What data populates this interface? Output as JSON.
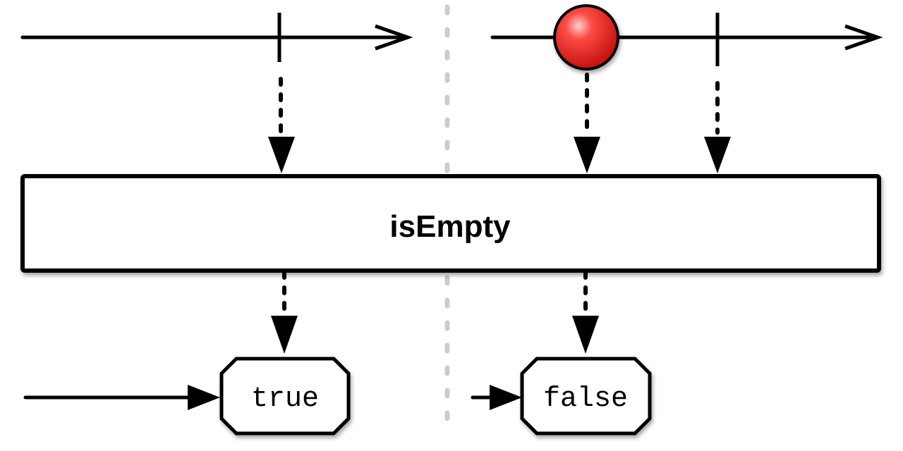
{
  "operator": {
    "name": "isEmpty"
  },
  "results": {
    "empty_source": "true",
    "nonempty_source": "false"
  },
  "colors": {
    "stroke": "#000000",
    "separator": "#cccccc",
    "item_fill": "#e8201c",
    "item_highlight": "#ff9a96",
    "background": "#ffffff"
  },
  "items": {
    "emitted_item_color": "red"
  }
}
